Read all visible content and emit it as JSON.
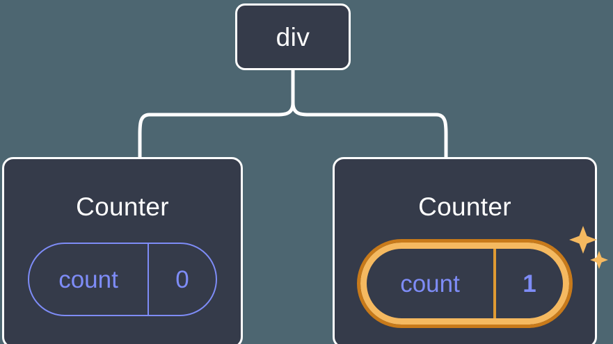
{
  "diagram": {
    "type": "component-tree",
    "background_color": "#4d6671",
    "node_fill": "#353b4a",
    "node_border": "#ffffff",
    "accent_purple": "#7e8cf7",
    "accent_orange_light": "#f5b960",
    "accent_orange_dark": "#c87a1a",
    "root": {
      "label": "div"
    },
    "children": [
      {
        "label": "Counter",
        "state": {
          "key": "count",
          "value": "0"
        },
        "highlighted": false,
        "sparkle": false
      },
      {
        "label": "Counter",
        "state": {
          "key": "count",
          "value": "1"
        },
        "highlighted": true,
        "sparkle": true
      }
    ]
  }
}
